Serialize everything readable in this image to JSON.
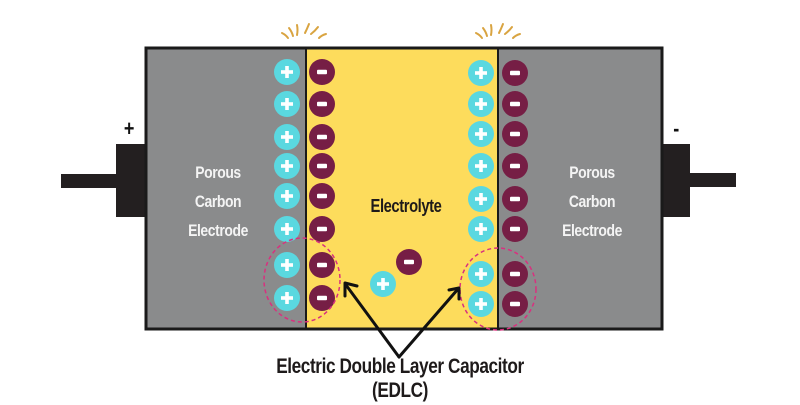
{
  "diagram": {
    "title": "Electric Double Layer Capacitor (EDLC)",
    "left_electrode": {
      "label_lines": [
        "Porous",
        "Carbon",
        "Electrode"
      ],
      "terminal_sign": "+"
    },
    "right_electrode": {
      "label_lines": [
        "Porous",
        "Carbon",
        "Electrode"
      ],
      "terminal_sign": "-"
    },
    "electrolyte": {
      "label": "Electrolyte"
    },
    "ions": {
      "positive_symbol": "+",
      "negative_symbol": "-",
      "left_interface_pairs": 8,
      "right_interface_pairs": 8,
      "free_ions": [
        "+",
        "-"
      ]
    },
    "highlighted_regions": 2,
    "colors": {
      "electrode": "#8a8b8c",
      "electrolyte": "#fddc5c",
      "positive_ion": "#5ad8e0",
      "negative_ion": "#761e45",
      "outline": "#1a1a1a",
      "highlight_circle": "#d9307f",
      "spark": "#d9a441"
    }
  }
}
